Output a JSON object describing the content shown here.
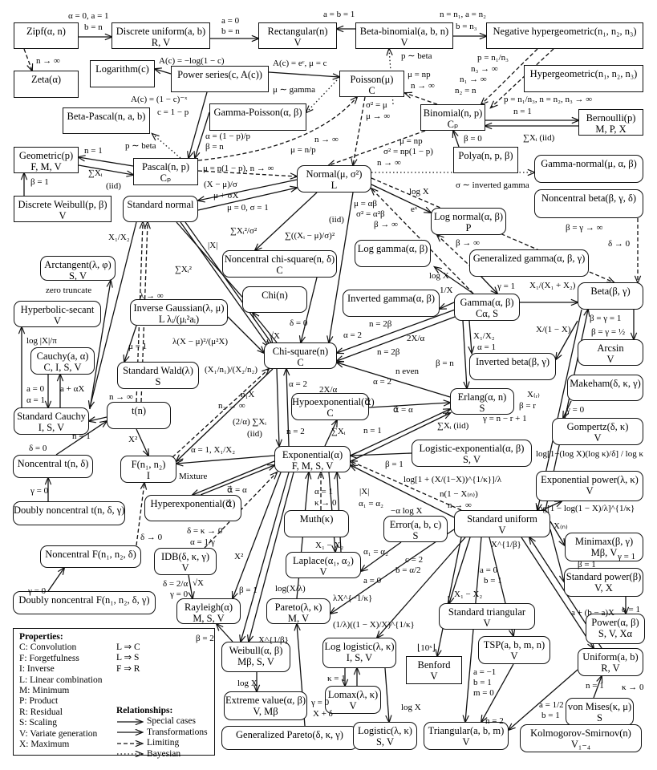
{
  "nodes": [
    {
      "name": "Zipf(α, n)",
      "props": ""
    },
    {
      "name": "Zeta(α)",
      "props": ""
    },
    {
      "name": "Discrete uniform(a, b)",
      "props": "R, V"
    },
    {
      "name": "Rectangular(n)",
      "props": "V"
    },
    {
      "name": "Beta-binomial(a, b, n)",
      "props": "V"
    },
    {
      "name": "Negative hypergeometric(n₁, n₂, n₃)",
      "props": ""
    },
    {
      "name": "Logarithm(c)",
      "props": ""
    },
    {
      "name": "Power series(c, A(c))",
      "props": ""
    },
    {
      "name": "Poisson(μ)",
      "props": "C"
    },
    {
      "name": "Hypergeometric(n₁, n₂, n₃)",
      "props": ""
    },
    {
      "name": "Beta-Pascal(n, a, b)",
      "props": ""
    },
    {
      "name": "Gamma-Poisson(α, β)",
      "props": ""
    },
    {
      "name": "Binomial(n, p)",
      "props": "Cₚ"
    },
    {
      "name": "Bernoulli(p)",
      "props": "M, P, X"
    },
    {
      "name": "Geometric(p)",
      "props": "F, M, V"
    },
    {
      "name": "Pascal(n, p)",
      "props": "Cₚ"
    },
    {
      "name": "Polya(n, p, β)",
      "props": ""
    },
    {
      "name": "Normal(μ, σ²)",
      "props": "L"
    },
    {
      "name": "Gamma-normal(μ, α, β)",
      "props": ""
    },
    {
      "name": "Discrete Weibull(p, β)",
      "props": "V"
    },
    {
      "name": "Standard normal",
      "props": ""
    },
    {
      "name": "Noncentral beta(β, γ, δ)",
      "props": ""
    },
    {
      "name": "Log normal(α, β)",
      "props": "P"
    },
    {
      "name": "Arctangent(λ, φ)",
      "props": "S, V"
    },
    {
      "name": "Noncentral chi-square(n, δ)",
      "props": "C"
    },
    {
      "name": "Log gamma(α, β)",
      "props": ""
    },
    {
      "name": "Generalized gamma(α, β, γ)",
      "props": ""
    },
    {
      "name": "Chi(n)",
      "props": ""
    },
    {
      "name": "Hyperbolic-secant",
      "props": "V"
    },
    {
      "name": "Inverse Gaussian(λ, μ)",
      "props": "L λᵢ/(μᵢ²aᵢ)"
    },
    {
      "name": "Inverted gamma(α, β)",
      "props": ""
    },
    {
      "name": "Gamma(α, β)",
      "props": "Cα, S"
    },
    {
      "name": "Beta(β, γ)",
      "props": ""
    },
    {
      "name": "Cauchy(a, α)",
      "props": "C, I, S, V"
    },
    {
      "name": "Chi-square(n)",
      "props": "C"
    },
    {
      "name": "Inverted beta(β, γ)",
      "props": ""
    },
    {
      "name": "Arcsin",
      "props": "V"
    },
    {
      "name": "Standard Wald(λ)",
      "props": "S"
    },
    {
      "name": "Makeham(δ, κ, γ)",
      "props": ""
    },
    {
      "name": "Hypoexponential(α⃗)",
      "props": "C"
    },
    {
      "name": "Erlang(α, n)",
      "props": "S"
    },
    {
      "name": "Standard Cauchy",
      "props": "I, S, V"
    },
    {
      "name": "t(n)",
      "props": ""
    },
    {
      "name": "Gompertz(δ, κ)",
      "props": "V"
    },
    {
      "name": "Noncentral t(n, δ)",
      "props": ""
    },
    {
      "name": "F(n₁, n₂)",
      "props": "I"
    },
    {
      "name": "Exponential(α)",
      "props": "F, M, S, V"
    },
    {
      "name": "Logistic-exponential(α, β)",
      "props": "S, V"
    },
    {
      "name": "Exponential power(λ, κ)",
      "props": "V"
    },
    {
      "name": "Doubly noncentral t(n, δ, γ)",
      "props": ""
    },
    {
      "name": "Hyperexponential(α⃗)",
      "props": ""
    },
    {
      "name": "Muth(κ)",
      "props": ""
    },
    {
      "name": "Error(a, b, c)",
      "props": "S"
    },
    {
      "name": "Standard uniform",
      "props": "V"
    },
    {
      "name": "Minimax(β, γ)",
      "props": "Mβ, V"
    },
    {
      "name": "Noncentral F(n₁, n₂, δ)",
      "props": ""
    },
    {
      "name": "IDB(δ, κ, γ)",
      "props": "V"
    },
    {
      "name": "Laplace(α₁, α₂)",
      "props": "V"
    },
    {
      "name": "Rayleigh(α)",
      "props": "M, S, V"
    },
    {
      "name": "Pareto(λ, κ)",
      "props": "M, V"
    },
    {
      "name": "Standard triangular",
      "props": "V"
    },
    {
      "name": "Standard power(β)",
      "props": "V, X"
    },
    {
      "name": "Doubly noncentral F(n₁, n₂, δ, γ)",
      "props": ""
    },
    {
      "name": "Power(α, β)",
      "props": "S, V, Xα"
    },
    {
      "name": "Log logistic(λ, κ)",
      "props": "I, S, V"
    },
    {
      "name": "Benford",
      "props": "V"
    },
    {
      "name": "TSP(a, b, m, n)",
      "props": "V"
    },
    {
      "name": "Uniform(a, b)",
      "props": "R, V"
    },
    {
      "name": "Weibull(α, β)",
      "props": "Mβ, S, V"
    },
    {
      "name": "Lomax(λ, κ)",
      "props": "V"
    },
    {
      "name": "Extreme value(α, β)",
      "props": "V, Mβ"
    },
    {
      "name": "von Mises(κ, μ)",
      "props": "S"
    },
    {
      "name": "Generalized Pareto(δ, κ, γ)",
      "props": ""
    },
    {
      "name": "Logistic(λ, κ)",
      "props": "S, V"
    },
    {
      "name": "Triangular(a, b, m)",
      "props": "V"
    },
    {
      "name": "Kolmogorov-Smirnov(n)",
      "props": "V₁₋₄"
    }
  ],
  "edge_labels": [
    "α = 0, a = 1",
    "b = n",
    "a = 0",
    "b = n",
    "a = b = 1",
    "n = n₁, a = n₂",
    "b = n₃",
    "n → ∞",
    "A(c) = −log(1 − c)",
    "A(c) = eᶜ, μ = c",
    "μ ∼ gamma",
    "p ∼ beta",
    "p = n₁/n₃",
    "n₃ → ∞",
    "n₁ → ∞",
    "n₂ = n",
    "μ = np",
    "n → ∞",
    "A(c) = (1 − c)⁻ˣ",
    "c = 1 − p",
    "σ² = μ",
    "μ → ∞",
    "p = n₁/n₃, n = n₂, n₃ → ∞",
    "n = 1",
    "α = (1 − p)/p",
    "β = n",
    "n → ∞",
    "μ = n/p",
    "p ∼ beta",
    "n = 1",
    "μ = np",
    "σ² = np(1 − p)",
    "n → ∞",
    "β = 0",
    "∑Xᵢ (iid)",
    "∑Xᵢ",
    "(iid)",
    "β = 1",
    "μ = n(1 − p), n → ∞",
    "(X − μ)/σ",
    "μ + σX",
    "μ = 0, σ = 1",
    "σ ∼ inverted gamma",
    "log X",
    "eˣ",
    "μ = αβ",
    "σ² = α²β",
    "β → ∞",
    "(iid)",
    "∑Xᵢ²/σ²",
    "∑((Xᵢ − μ)/σ)²",
    "|X|",
    "∑Xᵢ²",
    "X₁/X₂",
    "β = γ → ∞",
    "δ → 0",
    "β → ∞",
    "log X",
    "zero truncate",
    "λ → ∞",
    "γ = 1",
    "X₁/(X₁ + X₂)",
    "1/X",
    "δ = 0",
    "√X",
    "log |X|/π",
    "λ(X − μ)²/(μ²X)",
    "μ = 1",
    "β = γ = 1",
    "β = γ = ½",
    "n = 2β",
    "α = 2",
    "2X/α",
    "n = 2β",
    "X₁/X₂",
    "α = 1",
    "X/(1 − X)",
    "β = n",
    "n even",
    "α = 2",
    "2X/α",
    "α = 2",
    "(X₁/n₁)/(X₂/n₂)",
    "a = 0",
    "α = 1",
    "a + αX",
    "n → ∞",
    "n₁X",
    "n₂ → ∞",
    "(2/α) ∑Xᵢ",
    "(iid)",
    "n = 2",
    "∑Xᵢ",
    "α⃗ = α",
    "n = 1",
    "∑Xᵢ (iid)",
    "γ = 0",
    "X₍ᵣ₎",
    "β = r",
    "γ = n − r + 1",
    "log[1−(log X)(log κ)/δ] / log κ",
    "δ = 0",
    "n = 1",
    "X²",
    "α = 1, X₁/X₂",
    "Mixture",
    "β = 1",
    "log[1 + (X/(1−X))^{1/κ}]/λ",
    "γ = 0",
    "α⃗ = α",
    "n(1 − X₍ₙ₎)",
    "n → ∞",
    "|X|",
    "α₁ = α₂",
    "α = 1",
    "κ → 0",
    "−α log X",
    "log[1 − log(1 − X)/λ]^{1/κ}",
    "δ → 0",
    "δ = κ → 0",
    "α = 1/γ",
    "X²",
    "X₁ − X₂",
    "α₁ = α₂",
    "c = 2",
    "b = α/2",
    "a = 0",
    "X₍ₙ₎",
    "γ = 1",
    "X^{1/β}",
    "β = 1",
    "a = 0",
    "b = 1",
    "X₁ − X₂",
    "δ = 2/α",
    "γ = 0",
    "√X",
    "γ = 0",
    "β = 1",
    "log(X/λ)",
    "λX^{−1/κ}",
    "a + (b − a)X",
    "α = 1",
    "β = 2",
    "X^{1/β}",
    "(1/λ)((1 − X)/X)^{1/κ}",
    "⌊10ˣ⌋",
    "a = −1",
    "b = 1",
    "m = 0",
    "log X",
    "κ = 1",
    "log X",
    "γ = 0",
    "X + δ",
    "n = 1",
    "κ → 0",
    "a = 1/2",
    "b = 1",
    "n = 2"
  ],
  "legend": {
    "properties_title": "Properties:",
    "properties": [
      "C: Convolution",
      "F: Forgetfulness",
      "I: Inverse",
      "L: Linear combination",
      "M: Minimum",
      "P: Product",
      "R: Residual",
      "S: Scaling",
      "V: Variate generation",
      "X: Maximum"
    ],
    "implications": [
      "L ⇒ C",
      "L ⇒ S",
      "F ⇒ R"
    ],
    "relationships_title": "Relationships:",
    "relationships": [
      {
        "label": "Special cases",
        "style": "solid"
      },
      {
        "label": "Transformations",
        "style": "solid"
      },
      {
        "label": "Limiting",
        "style": "dashed"
      },
      {
        "label": "Bayesian",
        "style": "dotted"
      }
    ]
  }
}
